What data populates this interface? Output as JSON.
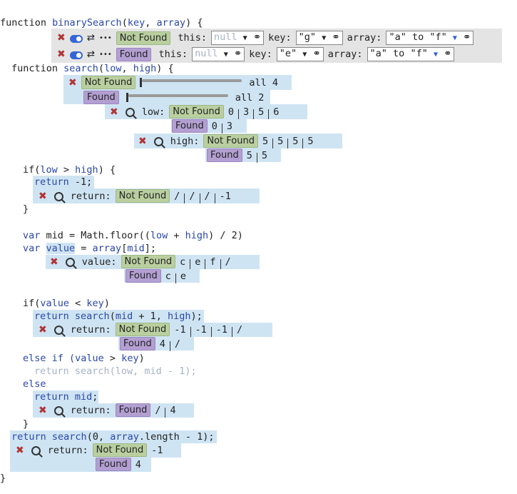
{
  "code": {
    "l1": [
      "function ",
      "binarySearch",
      "(",
      "key",
      ", ",
      "array",
      ") {"
    ],
    "l_search": [
      "function ",
      "search",
      "(",
      "low",
      ", ",
      "high",
      ") {"
    ],
    "l_if1": [
      "if(",
      "low",
      " > ",
      "high",
      ") {"
    ],
    "l_ret1": [
      "return",
      " -1;"
    ],
    "close": "}",
    "l_mid": [
      "var ",
      "mid",
      " = Math.floor((",
      "low",
      " + ",
      "high",
      ") / 2)"
    ],
    "l_val": [
      "var ",
      "value",
      " = ",
      "array",
      "[",
      "mid",
      "];"
    ],
    "l_if2": [
      "if(",
      "value",
      " < ",
      "key",
      ")"
    ],
    "l_ret2": [
      "return ",
      "search",
      "(",
      "mid",
      " + 1, ",
      "high",
      ");"
    ],
    "l_elif": [
      "else if (",
      "value",
      " > ",
      "key",
      ")"
    ],
    "l_ret3": "return search(low, mid - 1);",
    "l_else": "else",
    "l_ret4": [
      "return ",
      "mid",
      ";"
    ],
    "l_ret5": [
      "return ",
      "search",
      "(0, ",
      "array",
      ".length - 1);"
    ],
    "l_end": "}"
  },
  "calls": [
    {
      "status": "Not Found",
      "this_label": "this:",
      "this_value": "null",
      "key_label": "key:",
      "key_value": "\"g\"",
      "array_label": "array:",
      "array_value": "\"a\" to \"f\""
    },
    {
      "status": "Found",
      "this_label": "this:",
      "this_value": "null",
      "key_label": "key:",
      "key_value": "\"e\"",
      "array_label": "array:",
      "array_value": "\"a\" to \"f\""
    }
  ],
  "sliders": [
    {
      "status": "Not Found",
      "label": "all 4"
    },
    {
      "status": "Found",
      "label": "all 2"
    }
  ],
  "probes": {
    "low": {
      "label": "low:",
      "nf": "Not Found",
      "nf_values": [
        "0",
        "3",
        "5",
        "6"
      ],
      "f": "Found",
      "f_values": [
        "0",
        "3"
      ]
    },
    "high": {
      "label": "high:",
      "nf": "Not Found",
      "nf_values": [
        "5",
        "5",
        "5",
        "5"
      ],
      "f": "Found",
      "f_values": [
        "5",
        "5"
      ]
    },
    "ret1": {
      "label": "return:",
      "nf": "Not Found",
      "nf_values": [
        "/",
        "/",
        "/",
        "-1"
      ]
    },
    "value": {
      "label": "value:",
      "nf": "Not Found",
      "nf_values": [
        "c",
        "e",
        "f",
        "/"
      ],
      "f": "Found",
      "f_values": [
        "c",
        "e"
      ]
    },
    "ret2": {
      "label": "return:",
      "nf": "Not Found",
      "nf_values": [
        "-1",
        "-1",
        "-1",
        "/"
      ],
      "f": "Found",
      "f_values": [
        "4",
        "/"
      ]
    },
    "ret4": {
      "label": "return:",
      "f": "Found",
      "f_values": [
        "/",
        "4"
      ]
    },
    "ret5": {
      "label": "return:",
      "nf": "Not Found",
      "nf_values": [
        "-1"
      ],
      "f": "Found",
      "f_values": [
        "4"
      ]
    }
  },
  "icons": {
    "close": "✖",
    "swap": "⇄",
    "more": "•••",
    "caret": "▼"
  },
  "colors": {
    "panel": "#cfe4f3",
    "not_found": "#b9cfa0",
    "found": "#b39fd2",
    "keyword": "#2a47a8",
    "delete": "#b03434"
  }
}
